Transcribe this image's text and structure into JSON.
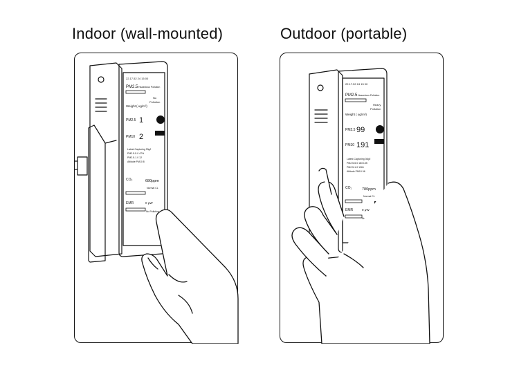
{
  "panels": [
    {
      "title": "Indoor (wall-mounted)",
      "screen": {
        "status": "22.17.52 24 15 00",
        "pm_title": "PM2.5",
        "pm_sub": "Hazardous Pollution",
        "no_label": "No",
        "pollution_label": "Pollution",
        "weight_label": "Weight ( ug/m³)",
        "pm25_label": "PM2.5",
        "pm25_value": "1",
        "pm10_label": "PM10",
        "pm10_value": "2",
        "details": [
          "Latest Capturing  30g/l",
          "PM2.5-5.0 47%",
          "PM2.5-1.0 12",
          "Altitude PM10  8"
        ],
        "co2_label": "CO₂",
        "co2_value": "680ppm",
        "co2_status": "Normal CL",
        "emr_label": "EMR",
        "emr_value": "0 μW",
        "emr_status": "No Pollution"
      }
    },
    {
      "title": "Outdoor (portable)",
      "screen": {
        "status": "22.17.52 24 15 00",
        "pm_title": "PM2.5",
        "pm_sub": "Hazardous Pollution",
        "no_label": "Heavy",
        "pollution_label": "Pollution",
        "weight_label": "Weight ( ug/m³)",
        "pm25_label": "PM2.5",
        "pm25_value": "99",
        "pm10_label": "PM10",
        "pm10_value": "191",
        "details": [
          "Latest Capturing  30g/l",
          "PM2.5-5.0 183 135",
          "PM2.5-1.0 1261",
          "Altitude PM10  96"
        ],
        "co2_label": "CO₂",
        "co2_value": "780ppm",
        "co2_status": "Normal CL",
        "emr_label": "EMR",
        "emr_value": "0 μW",
        "emr_status": "No Pollution"
      }
    }
  ]
}
